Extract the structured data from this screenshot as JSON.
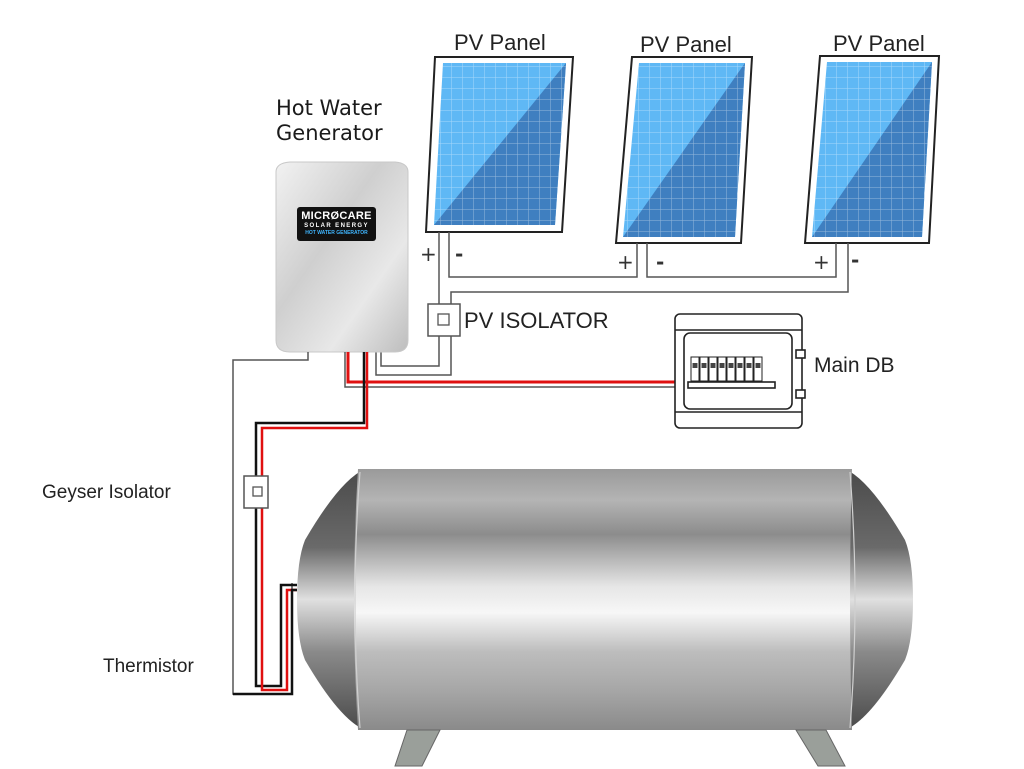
{
  "labels": {
    "pv_panels": [
      "PV Panel",
      "PV Panel",
      "PV Panel"
    ],
    "hot_water_generator": [
      "Hot Water",
      "Generator"
    ],
    "pv_isolator": "PV ISOLATOR",
    "main_db": "Main DB",
    "geyser_isolator": "Geyser Isolator",
    "thermistor": "Thermistor"
  },
  "terminals": {
    "positive": "+",
    "negative": "-"
  },
  "brand": {
    "name": "MICRØCARE",
    "line2": "SOLAR ENERGY",
    "line3": "HOT WATER GENERATOR"
  },
  "colors": {
    "panel_light": "#5fb8f5",
    "panel_dark": "#3f7fc0",
    "live_wire": "#e01010",
    "neutral_wire": "#111111",
    "outline_wire": "#555555"
  },
  "main_db": {
    "breaker_count": 8
  }
}
